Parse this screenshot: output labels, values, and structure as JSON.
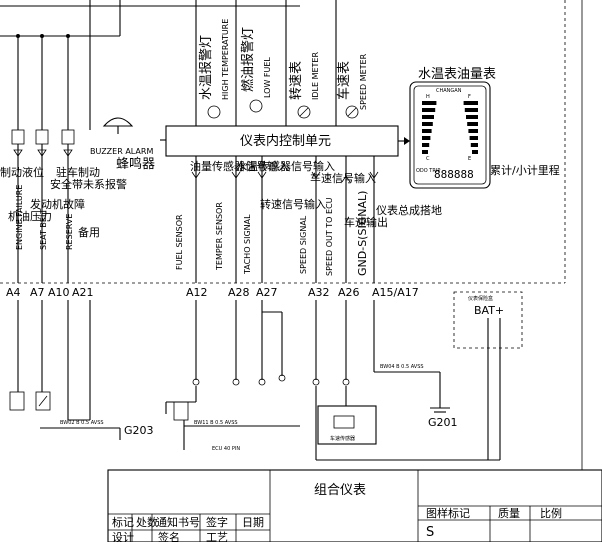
{
  "control_unit": {
    "label": "仪表内控制单元"
  },
  "top_labels": [
    {
      "id": "coolant-warning-lamp",
      "cn": "水温报警灯",
      "en": "HIGH TEMPERATURE"
    },
    {
      "id": "fuel-warning-lamp",
      "cn": "燃油报警灯",
      "en": "LOW FUEL"
    },
    {
      "id": "tachometer",
      "cn": "转速表",
      "en": "IDLE METER"
    },
    {
      "id": "speedometer",
      "cn": "车速表",
      "en": "SPEED METER"
    }
  ],
  "gauge": {
    "title": "水温表油量表",
    "brand": "CHANGAN",
    "odo_label": "ODO TRIP",
    "odo_digits": "888888",
    "odo_caption": "累计/小计里程",
    "hot_cold": [
      "H",
      "C"
    ],
    "full_empty": [
      "F",
      "E"
    ]
  },
  "buzzer": {
    "en": "BUZZER ALARM",
    "cn": "蜂鸣器"
  },
  "left_labels": {
    "l1": "机油压力",
    "l2": "发动机故障",
    "l3": "安全带未系报警",
    "l4": "驻车制动",
    "l5": "备用",
    "l6": "制动液位"
  },
  "left_rot": [
    "ENGINE FAILURE",
    "SEAT BELT",
    "RESERVE"
  ],
  "mid_labels": {
    "fuel_input": "油量传感器信号输入",
    "temp_input": "水温传感器信号输入",
    "tacho_input": "转速信号输入",
    "speed_input": "车速信号输入",
    "speed_output": "车速输出",
    "ground": "仪表总成搭地"
  },
  "mid_rot": [
    "FUEL SENSOR",
    "TEMPER SENSOR",
    "TACHO SIGNAL",
    "SPEED SIGNAL",
    "SPEED OUT TO ECU",
    "GND-S(SIGNAL)"
  ],
  "pins": [
    "A4",
    "A7",
    "A10",
    "A21",
    "A12",
    "A28",
    "A27",
    "A32",
    "A26",
    "A15/A17"
  ],
  "grounds": [
    "G203",
    "G201"
  ],
  "bat_label": "BAT+",
  "bat_box_label": "仪表保险盒",
  "sensor_box_label": "车速传感器",
  "wire_labels": {
    "bw02": "BW02 B 0.5 AVSS",
    "bw11": "BW11 B 0.5 AVSS",
    "bw04": "BW04 B 0.5 AVSS",
    "ecu": "ECU 40 PIN"
  },
  "title_block": {
    "drawing_title": "组合仪表",
    "header_cells": [
      "图样标记",
      "质量",
      "比例"
    ],
    "mark_value": "S",
    "revision_headers": [
      "标记",
      "处数",
      "通知书号",
      "签字",
      "日期"
    ],
    "bottom_partial": [
      "设计",
      "签名",
      "工艺"
    ]
  }
}
